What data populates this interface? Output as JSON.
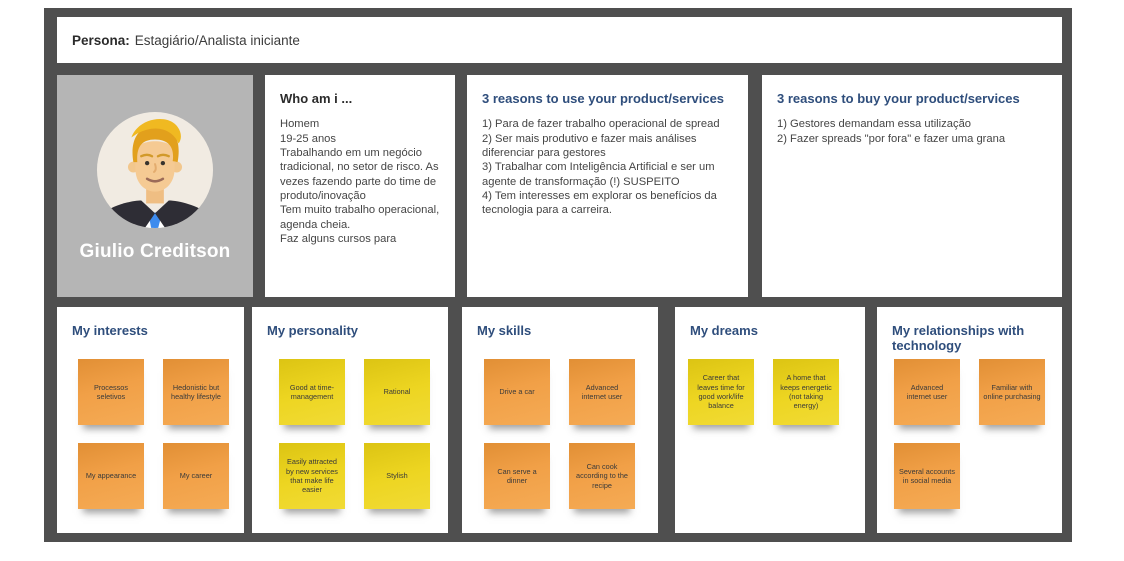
{
  "header": {
    "label": "Persona:",
    "value": "Estagiário/Analista iniciante"
  },
  "profile": {
    "name": "Giulio Creditson",
    "avatar": "male-blonde-hair-suit-blue-tie"
  },
  "sections": {
    "who_am_i": {
      "title": "Who am i ...",
      "body": "Homem\n19-25 anos\nTrabalhando em um negócio tradicional, no setor de risco. As vezes fazendo parte do time de produto/inovação\nTem muito trabalho operacional, agenda cheia.\nFaz alguns cursos para"
    },
    "reasons_use": {
      "title": "3 reasons to use your product/services",
      "body": "1) Para de fazer trabalho operacional de spread\n2) Ser mais produtivo e fazer mais análises diferenciar para gestores\n3) Trabalhar com Inteligência Artificial e ser um agente de transformação (!) SUSPEITO\n4) Tem interesses em explorar os benefícios da tecnologia para a carreira."
    },
    "reasons_buy": {
      "title": "3 reasons to buy your product/services",
      "body": "1) Gestores demandam essa utilização\n2) Fazer spreads \"por fora\" e fazer uma grana"
    }
  },
  "panels": [
    {
      "title": "My interests",
      "color": "orange",
      "notes": [
        "Processos seletivos",
        "Hedonistic but healthy lifestyle",
        "My appearance",
        "My career"
      ]
    },
    {
      "title": "My personality",
      "color": "yellow",
      "notes": [
        "Good at time-management",
        "Rational",
        "Easily attracted by new services that make life easier",
        "Stylish"
      ]
    },
    {
      "title": "My skills",
      "color": "orange",
      "notes": [
        "Drive a car",
        "Advanced internet user",
        "Can serve a dinner",
        "Can cook according to the recipe"
      ]
    },
    {
      "title": "My dreams",
      "color": "yellow",
      "notes": [
        "Career that leaves time for good work/life balance",
        "A home that keeps energetic (not taking energy)"
      ]
    },
    {
      "title": "My relationships with technology",
      "color": "orange",
      "notes": [
        "Advanced internet user",
        "Familiar with online purchasing",
        "Several accounts in social media"
      ]
    }
  ],
  "colors": {
    "frame": "#4F4F4F",
    "avatar_panel": "#B5B5B5",
    "heading_blue": "#2F4E7C",
    "note_orange": "#F1A047",
    "note_yellow": "#EDD521",
    "tie_blue": "#3D8BEE"
  }
}
